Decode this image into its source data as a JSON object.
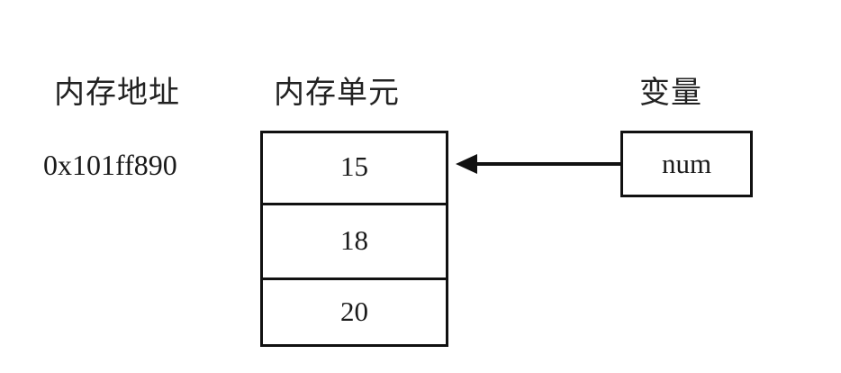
{
  "diagram": {
    "title_columns": {
      "address_header": "内存地址",
      "cell_header": "内存单元",
      "variable_header": "变量"
    },
    "address": {
      "label": "0x101ff890"
    },
    "memory_cells": [
      {
        "value": "15"
      },
      {
        "value": "18"
      },
      {
        "value": "20"
      }
    ],
    "variable": {
      "name": "num"
    },
    "pointer": {
      "direction": "left",
      "from": "num",
      "to": "15"
    },
    "colors": {
      "stroke": "#111111",
      "text": "#1a1a1a",
      "background": "#ffffff"
    }
  }
}
